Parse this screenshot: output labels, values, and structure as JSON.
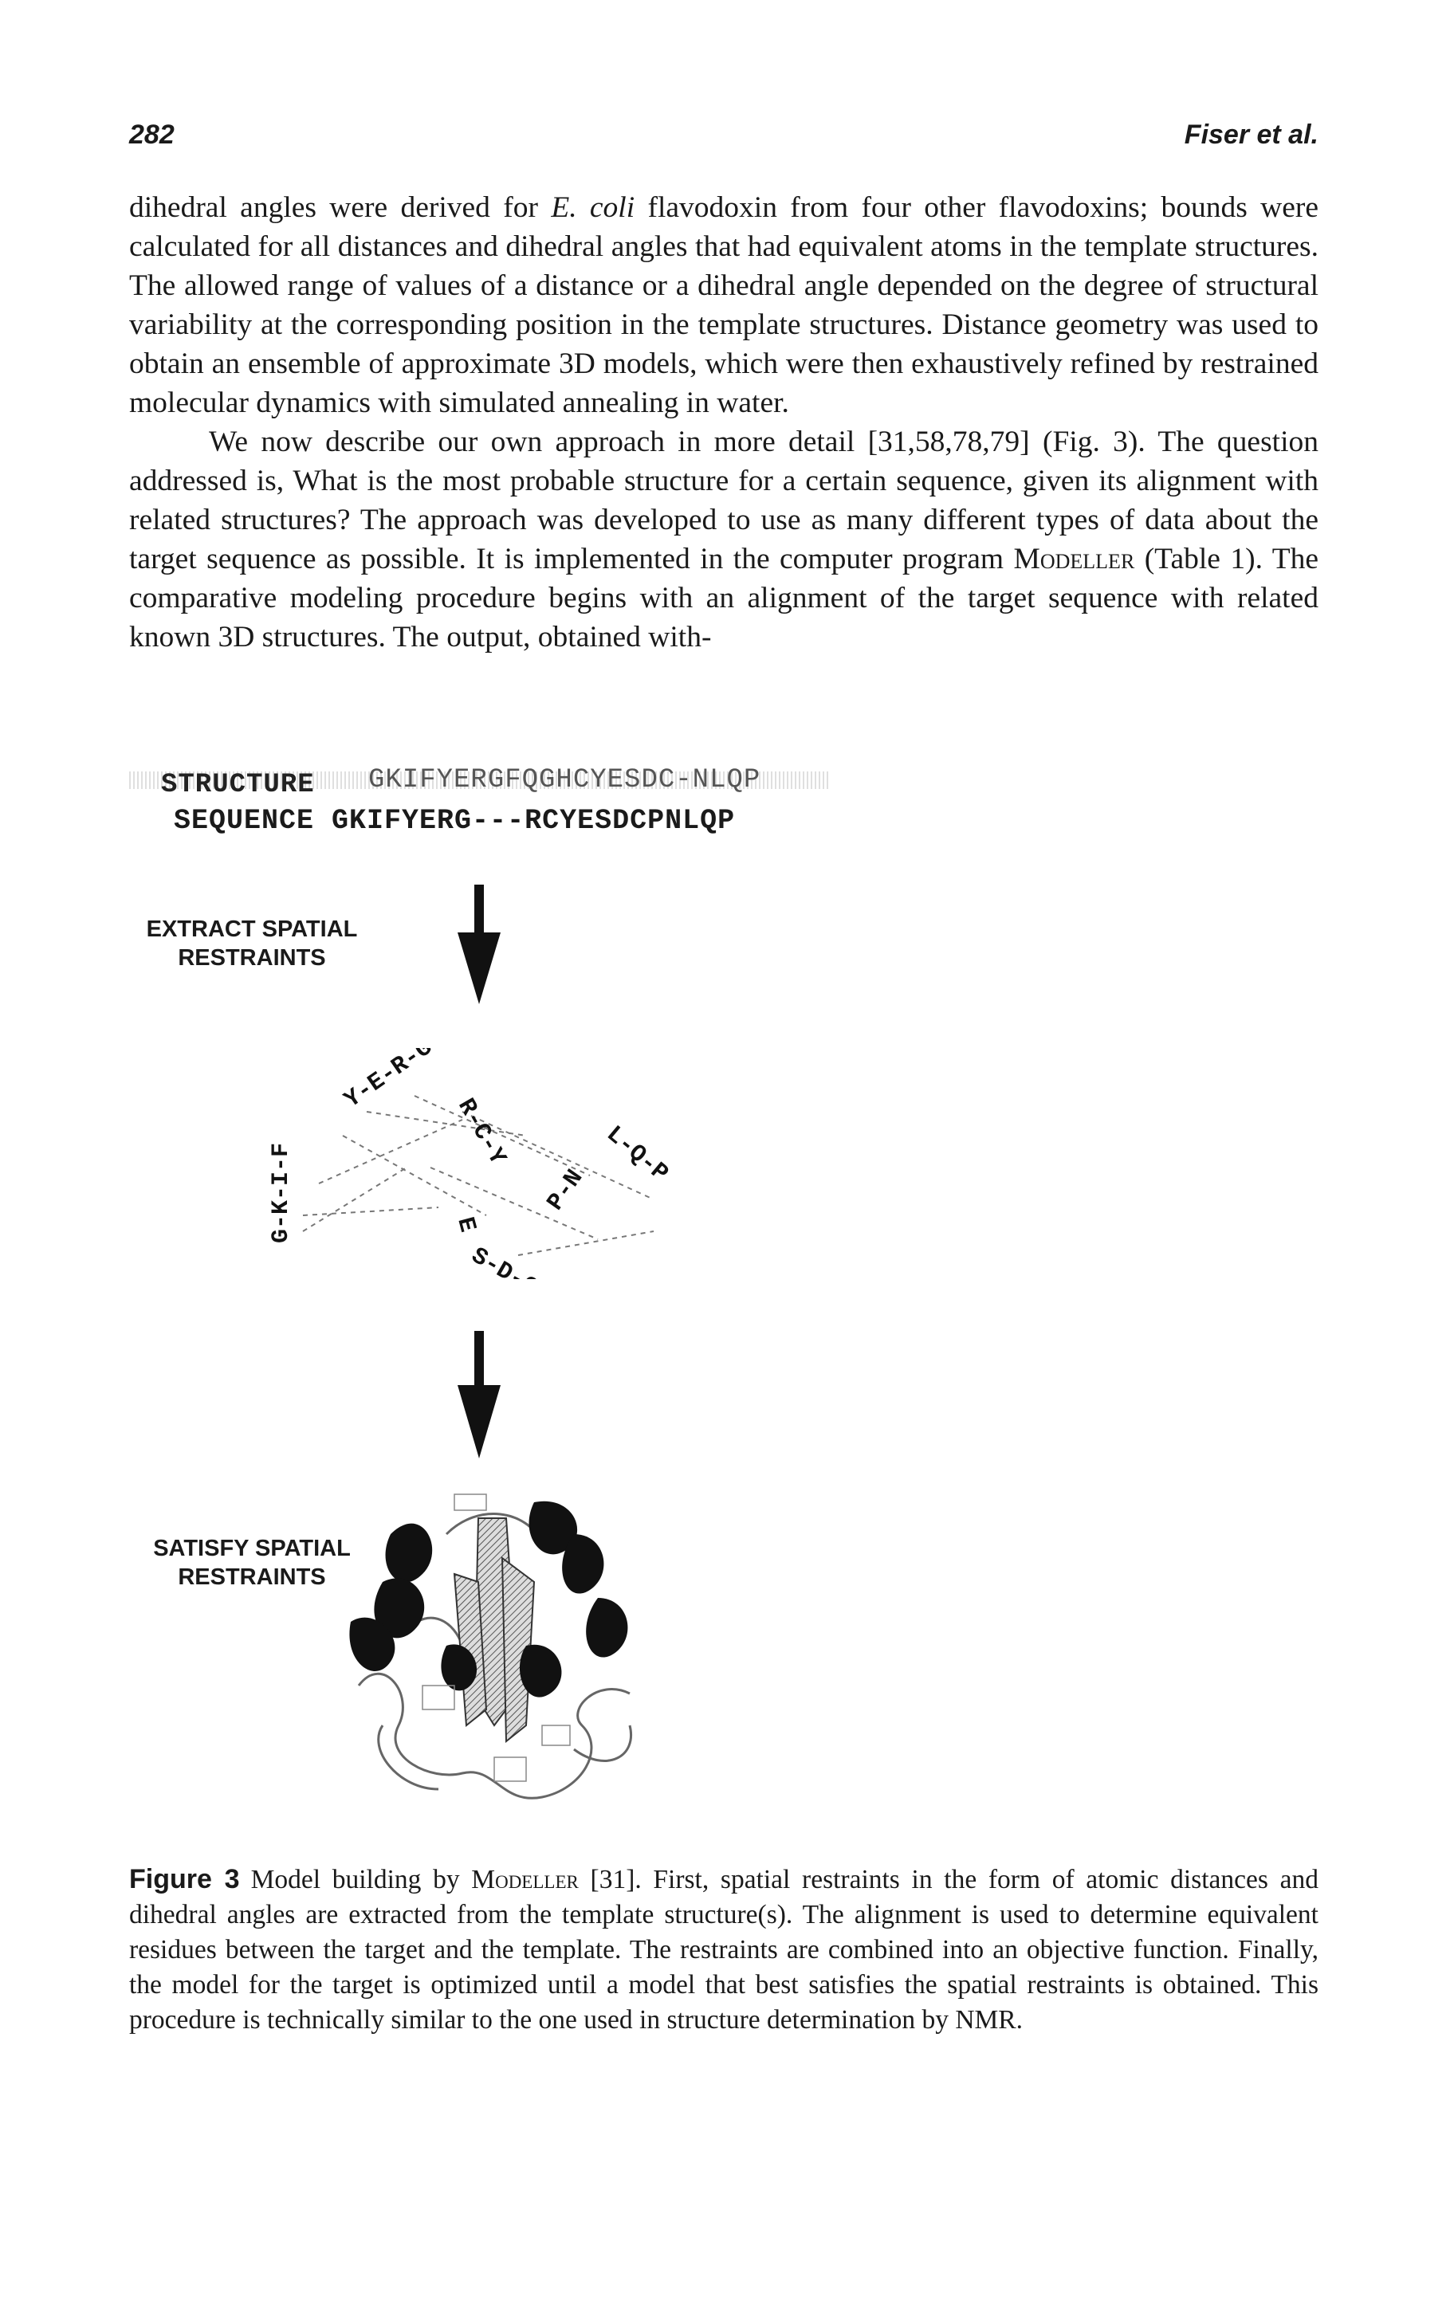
{
  "header": {
    "page_number": "282",
    "running_head": "Fiser et al."
  },
  "body": {
    "p1": {
      "a": "dihedral angles were derived for ",
      "italic": "E. coli",
      "b": " flavodoxin from four other flavodoxins; bounds were calculated for all distances and dihedral angles that had equivalent atoms in the template structures. The allowed range of values of a distance or a dihedral angle depended on the degree of structural variability at the corresponding position in the template structures. Distance geometry was used to obtain an ensemble of approximate 3D models, which were then exhaustively refined by restrained molecular dynamics with simulated annealing in water."
    },
    "p2": {
      "a": "We now describe our own approach in more detail [31,58,78,79] (Fig. 3). The question addressed is, What is the most probable structure for a certain sequence, given its alignment with related structures? The approach was developed to use as many different types of data about the target sequence as possible. It is implemented in the computer program ",
      "program": "Modeller",
      "b": " (Table 1). The comparative modeling procedure begins with an alignment of the target sequence with related known 3D structures. The output, obtained with-"
    }
  },
  "figure": {
    "structure_label": "STRUCTURE",
    "structure_sequence": "GKIFYERGFQGHCYESDC-NLQP",
    "sequence_line": "SEQUENCE GKIFYERG---RCYESDCPNLQP",
    "step1": [
      "EXTRACT SPATIAL",
      "RESTRAINTS"
    ],
    "step2": [
      "SATISFY SPATIAL",
      "RESTRAINTS"
    ],
    "residues": [
      "G",
      "K",
      "I",
      "F",
      "Y",
      "E",
      "R",
      "G",
      "R",
      "C",
      "Y",
      "E",
      "S",
      "D",
      "C",
      "P",
      "N",
      "L",
      "Q",
      "P"
    ]
  },
  "caption": {
    "label": "Figure 3",
    "a": "Model building by ",
    "program": "Modeller",
    "b": " [31]. First, spatial restraints in the form of atomic distances and dihedral angles are extracted from the template structure(s). The alignment is used to determine equivalent residues between the target and the template. The restraints are combined into an objective function. Finally, the model for the target is optimized until a model that best satisfies the spatial restraints is obtained. This procedure is technically similar to the one used in structure determination by NMR."
  }
}
